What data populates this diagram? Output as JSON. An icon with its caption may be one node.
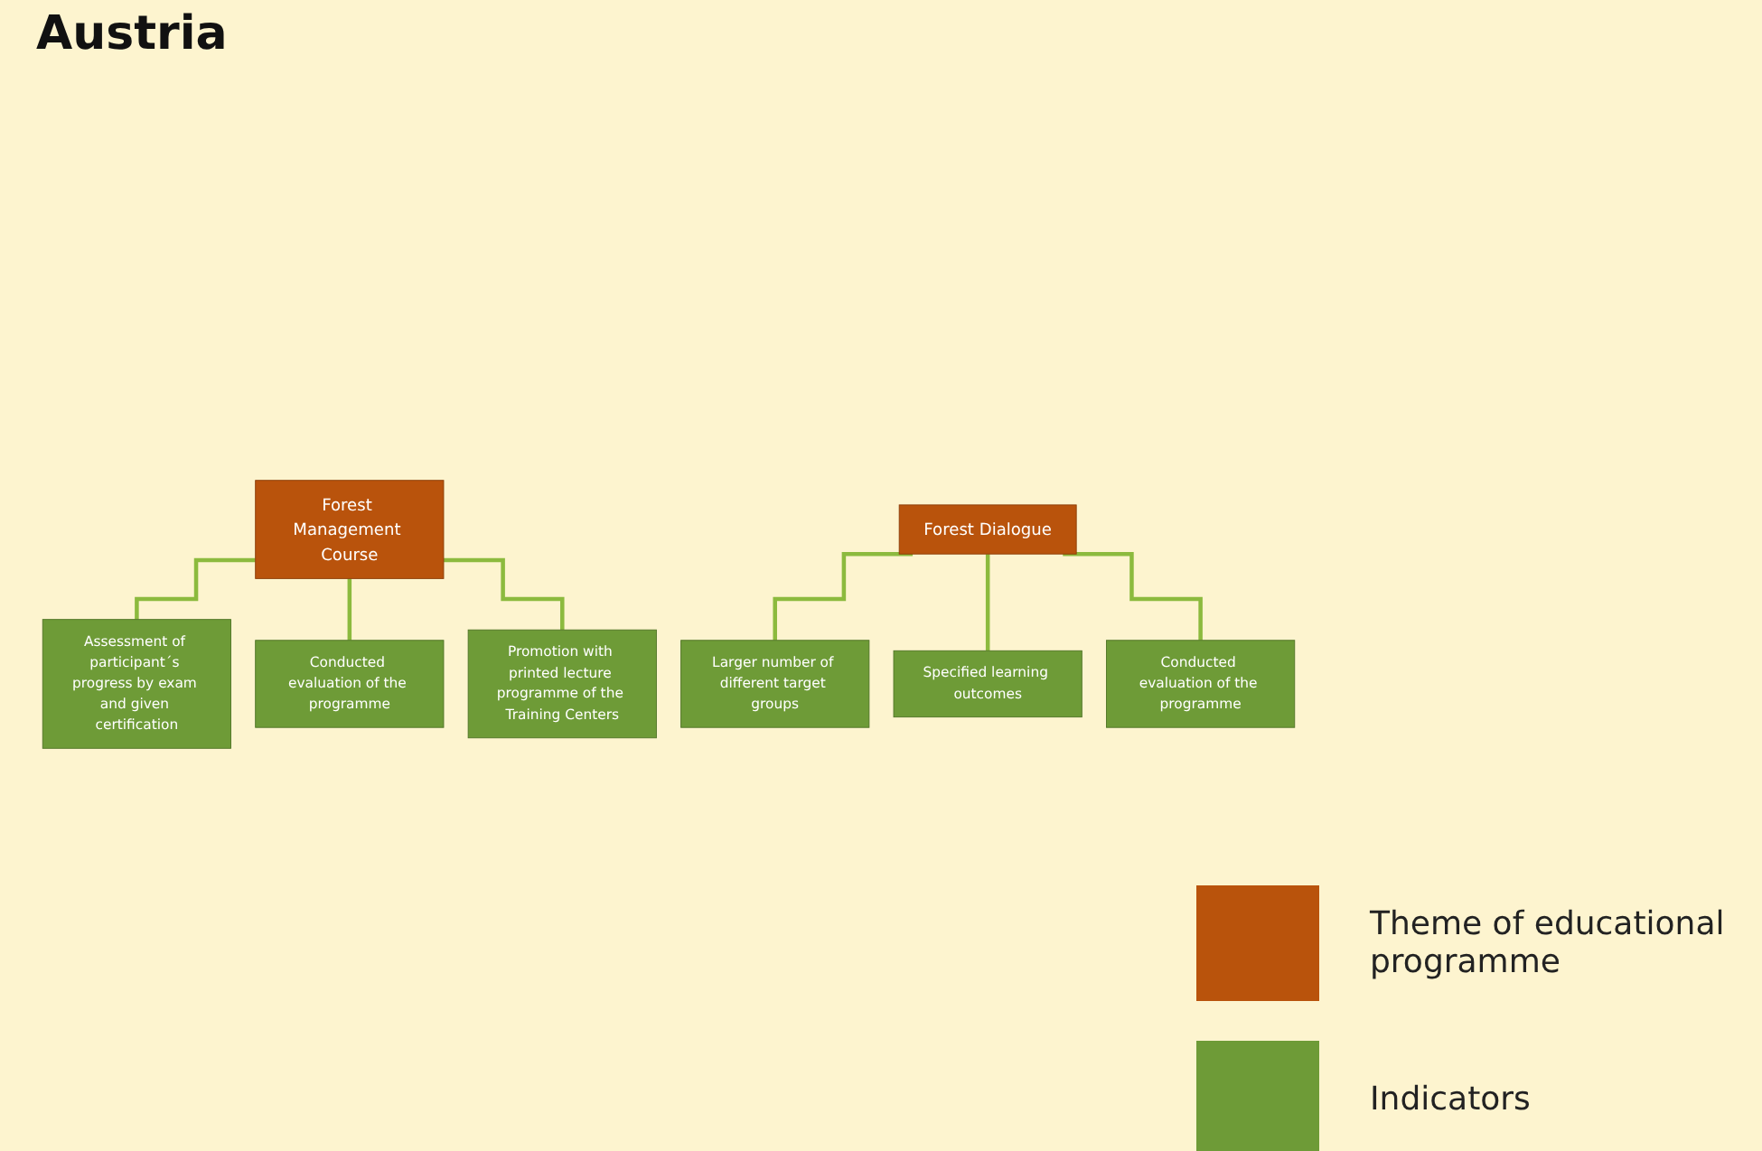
{
  "diagram": {
    "title": "Austria",
    "nodes": [
      {
        "text": [
          "Forest Management Course"
        ]
      },
      {
        "text": [
          "Assessment of participant´s progress by exam and given certification"
        ]
      },
      {
        "text": [
          "Conducted evaluation of the programme"
        ]
      },
      {
        "text": [
          "Promotion with printed lecture programme of the Training Centers"
        ]
      },
      {
        "text": [
          "Forest Dialogue"
        ]
      },
      {
        "text": [
          "Larger number of different target groups"
        ]
      },
      {
        "text": [
          "Specified learning outcomes"
        ]
      },
      {
        "text": [
          "Conducted evaluation of the programme"
        ]
      }
    ],
    "edges": [
      {
        "from": 0,
        "to": 1,
        "arrow": "none"
      },
      {
        "from": 0,
        "to": 2,
        "arrow": "none"
      },
      {
        "from": 0,
        "to": 3,
        "arrow": "none"
      },
      {
        "from": 4,
        "to": 5,
        "arrow": "none"
      },
      {
        "from": 4,
        "to": 6,
        "arrow": "none"
      },
      {
        "from": 4,
        "to": 7,
        "arrow": "none"
      }
    ],
    "legend": [
      {
        "text": "Theme of educational programme",
        "color": "#b9530c"
      },
      {
        "text": "Indicators",
        "color": "#6e9b37"
      }
    ]
  }
}
